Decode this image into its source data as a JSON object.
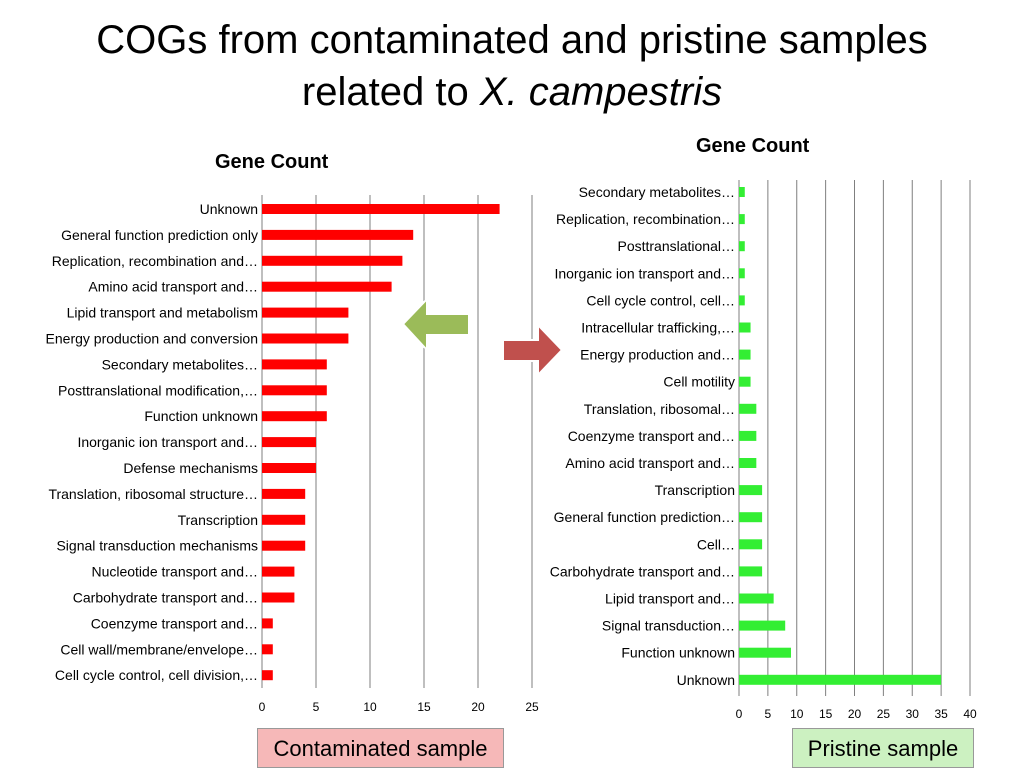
{
  "slide": {
    "title_line1": "COGs from contaminated and pristine samples",
    "title_line2_prefix": "related to ",
    "title_line2_italic": "X. campestris"
  },
  "colors": {
    "contaminated_bar": "#ff0000",
    "pristine_bar": "#33ee33",
    "gridline": "#7f7f7f",
    "arrow_green": "#9bbb59",
    "arrow_red": "#c0504d",
    "contaminated_box": "#f6b8b8",
    "pristine_box": "#ccf1c1"
  },
  "labels": {
    "contaminated": "Contaminated sample",
    "pristine": "Pristine sample"
  },
  "arrows": {
    "left_arrow": "left-arrow-icon",
    "right_arrow": "right-arrow-icon"
  },
  "chart_data": [
    {
      "type": "bar",
      "orientation": "horizontal",
      "title": "Gene Count",
      "grid": true,
      "xlim": [
        0,
        25
      ],
      "xticks": [
        0,
        5,
        10,
        15,
        20,
        25
      ],
      "categories": [
        "Unknown",
        "General function prediction only",
        "Replication, recombination and…",
        "Amino acid transport and…",
        "Lipid transport and metabolism",
        "Energy production and conversion",
        "Secondary metabolites…",
        "Posttranslational modification,…",
        "Function unknown",
        "Inorganic ion transport and…",
        "Defense mechanisms",
        "Translation, ribosomal structure…",
        "Transcription",
        "Signal transduction mechanisms",
        "Nucleotide transport and…",
        "Carbohydrate transport and…",
        "Coenzyme transport and…",
        "Cell wall/membrane/envelope…",
        "Cell cycle control, cell division,…"
      ],
      "values": [
        22,
        14,
        13,
        12,
        8,
        8,
        6,
        6,
        6,
        5,
        5,
        4,
        4,
        4,
        3,
        3,
        1,
        1,
        1
      ]
    },
    {
      "type": "bar",
      "orientation": "horizontal",
      "title": "Gene Count",
      "grid": true,
      "xlim": [
        0,
        40
      ],
      "xticks": [
        0,
        5,
        10,
        15,
        20,
        25,
        30,
        35,
        40
      ],
      "categories": [
        "Secondary metabolites…",
        "Replication, recombination…",
        "Posttranslational…",
        "Inorganic ion transport and…",
        "Cell cycle control, cell…",
        "Intracellular trafficking,…",
        "Energy production and…",
        "Cell motility",
        "Translation, ribosomal…",
        "Coenzyme transport and…",
        "Amino acid transport and…",
        "Transcription",
        "General function prediction…",
        "Cell…",
        "Carbohydrate transport and…",
        "Lipid transport and…",
        "Signal transduction…",
        "Function unknown",
        "Unknown"
      ],
      "values": [
        1,
        1,
        1,
        1,
        1,
        2,
        2,
        2,
        3,
        3,
        3,
        4,
        4,
        4,
        4,
        6,
        8,
        9,
        35
      ]
    }
  ]
}
